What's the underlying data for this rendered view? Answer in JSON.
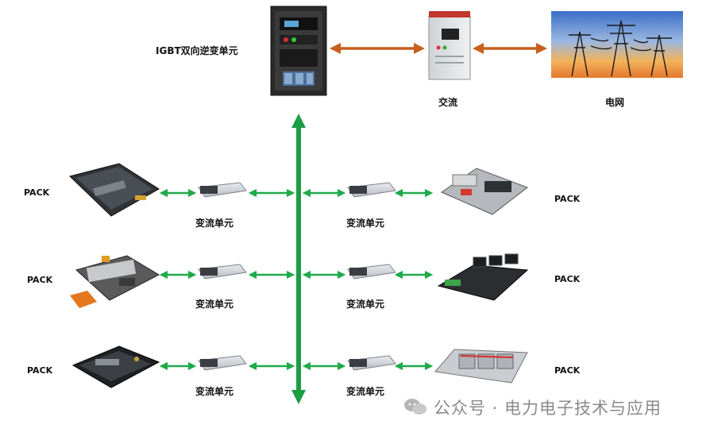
{
  "top": {
    "igbt_label": "IGBT双向逆变单元",
    "ac_label": "交流",
    "grid_label": "电网"
  },
  "rows": [
    {
      "left_pack": "PACK",
      "left_converter": "变流单元",
      "right_converter": "变流单元",
      "right_pack": "PACK"
    },
    {
      "left_pack": "PACK",
      "left_converter": "变流单元",
      "right_converter": "变流单元",
      "right_pack": "PACK"
    },
    {
      "left_pack": "PACK",
      "left_converter": "变流单元",
      "right_converter": "变流单元",
      "right_pack": "PACK"
    }
  ],
  "watermark": "公众号 · 电力电子技术与应用",
  "colors": {
    "orange_arrow": "#c8601c",
    "green_arrow": "#1faa4a",
    "green_bus": "#1b9e44"
  }
}
